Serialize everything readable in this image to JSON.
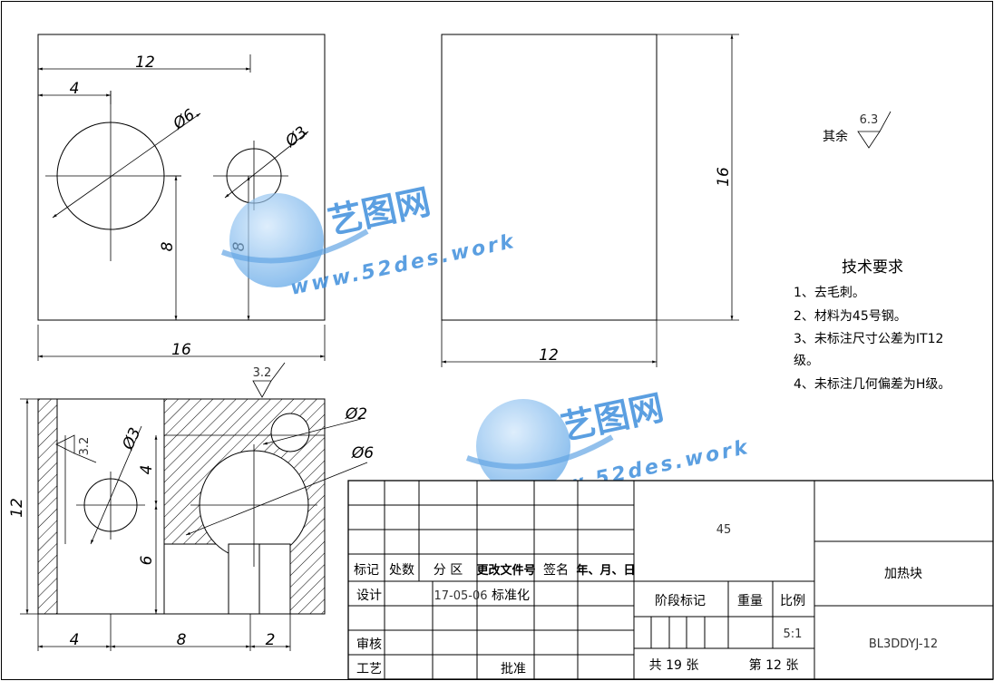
{
  "dimensions": {
    "front_top_width": "12",
    "front_hole_offset": "4",
    "front_big_hole": "Ø6",
    "front_small_hole": "Ø3",
    "front_height_left": "8",
    "front_height_right": "8",
    "front_total_width": "16",
    "side_height": "16",
    "side_width": "12",
    "section_height": "12",
    "section_small_hole": "Ø3",
    "section_top_hole": "Ø2",
    "section_big_hole": "Ø6",
    "section_upper_offset": "4",
    "section_lower_offset": "6",
    "section_bottom_4": "4",
    "section_bottom_8": "8",
    "section_bottom_2": "2"
  },
  "roughness": {
    "rest_label": "其余",
    "rest_value": "6.3",
    "top_value": "3.2",
    "left_value": "3.2"
  },
  "tech_requirements": {
    "title": "技术要求",
    "items": [
      "1、去毛刺。",
      "2、材料为45号钢。",
      "3、未标注尺寸公差为IT12",
      "级。",
      "4、未标注几何偏差为H级。"
    ]
  },
  "watermark": {
    "brand": "艺图网",
    "url": "www.52des.work"
  },
  "title_block": {
    "headers": {
      "mark": "标记",
      "count": "处数",
      "zone": "分 区",
      "change_doc": "更改文件号",
      "sign": "签名",
      "date": "年、月、日"
    },
    "design_label": "设计",
    "design_date": "17-05-06",
    "standardize_label": "标准化",
    "review_label": "审核",
    "process_label": "工艺",
    "approve_label": "批准",
    "material": "45",
    "stage_mark_label": "阶段标记",
    "weight_label": "重量",
    "scale_label": "比例",
    "scale_value": "5:1",
    "total_sheets": "共 19 张",
    "sheet_no": "第 12 张",
    "part_name": "加热块",
    "drawing_no": "BL3DDYJ-12"
  }
}
